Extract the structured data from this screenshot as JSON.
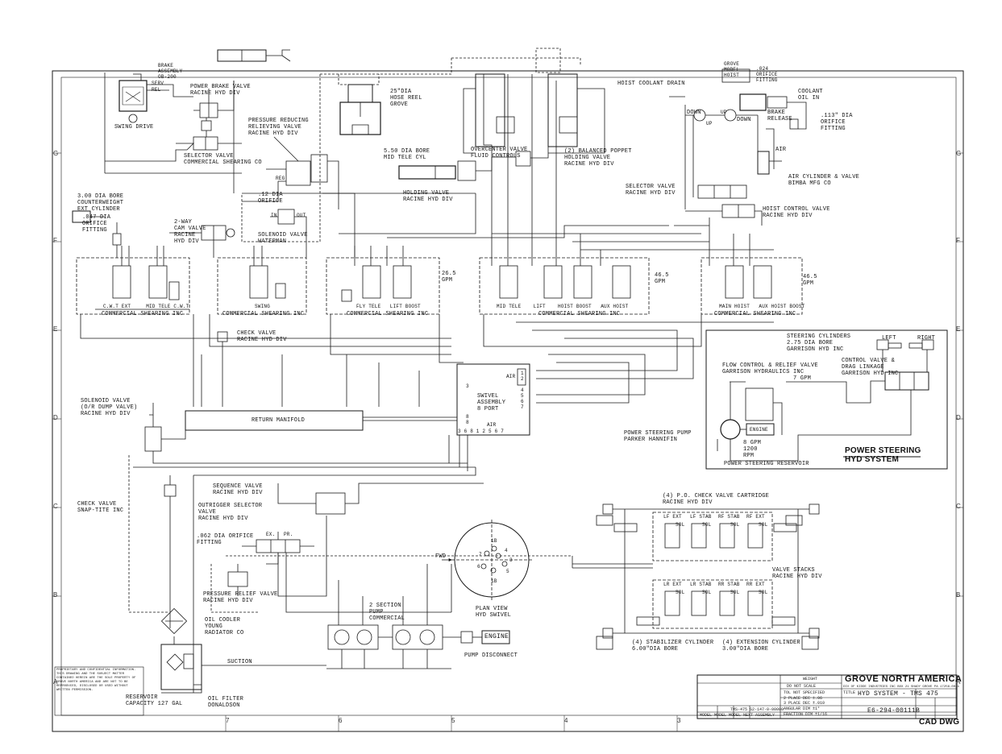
{
  "grid_rows": [
    "G",
    "F",
    "E",
    "D",
    "C",
    "B",
    "A"
  ],
  "grid_cols": [
    "7",
    "6",
    "5",
    "4",
    "3"
  ],
  "components": {
    "brake_assembly": "BRAKE\nASSEMBLY\nOB-200",
    "serv": "SERV",
    "rel": "REL",
    "swing_drive": "SWING DRIVE",
    "power_brake_valve": "POWER BRAKE VALVE\nRACINE HYD DIV",
    "selector_valve_cs": "SELECTOR VALVE\nCOMMERCIAL SHEARING CO",
    "pressure_reducing": "PRESSURE REDUCING\nRELIEVING VALVE\nRACINE HYD DIV",
    "hose_reel": "25\"DIA\nHOSE REEL\nGROVE",
    "orifice_12": ".12 DIA\nORIFICE",
    "reg": "REG",
    "counterweight": "3.00 DIA BORE\nCOUNTERWEIGHT\nEXT CYLINDER",
    "orifice_047": ".047 DIA\nORIFICE\nFITTING",
    "cam_valve": "2-WAY\nCAM VALVE\nRACINE\nHYD DIV",
    "solenoid_waterman": "SOLENOID VALVE\nWATERMAN",
    "in_label": "IN",
    "out_label": "OUT",
    "mid_tele_cyl": "5.50 DIA BORE\nMID TELE CYL",
    "holding_valve": "HOLDING VALVE\nRACINE HYD DIV",
    "overcenter": "OVERCENTER VALVE\nFLUID CONTROLS",
    "balanced_poppet": "(2) BALANCED POPPET\nHOLDING VALVE\nRACINE HYD DIV",
    "grove_hoist": "GROVE\nMODEL\nHOIST",
    "hoist_coolant_drain": "HOIST COOLANT DRAIN",
    "orifice_024": ".024\nORIFICE\nFITTING",
    "coolant_oil_in": "COOLANT\nOIL IN",
    "brake_release": "BRAKE\nRELEASE",
    "orifice_113": ".113\" DIA\nORIFICE\nFITTING",
    "down1": "DOWN",
    "up1": "UP",
    "up2": "UP",
    "down2": "DOWN",
    "air": "AIR",
    "air_cyl": "AIR CYLINDER & VALVE\nBIMBA MFG CO",
    "selector_racine": "SELECTOR VALVE\nRACINE HYD DIV",
    "hoist_control": "HOIST CONTROL VALVE\nRACINE HYD DIV",
    "bank1": "COMMERCIAL SHEARING INC",
    "bank1_sec": "C.W.T EXT     MID TELE C.W.T",
    "bank2": "COMMERCIAL SHEARING INC",
    "bank2_sec": "SWING",
    "bank3": "COMMERCIAL SHEARING INC",
    "bank3_sec": "FLY TELE   LIFT BOOST",
    "gpm_265": "26.5\nGPM",
    "bank4": "COMMERCIAL SHEARING INC",
    "bank4_sec": "MID TELE    LIFT    HOIST BOOST   AUX HOIST",
    "gpm_465a": "46.5\nGPM",
    "bank5": "COMMERCIAL SHEARING INC",
    "bank5_sec": "MAIN HOIST   AUX HOIST BOOST",
    "gpm_465b": "46.5\nGPM",
    "check_valve_racine": "CHECK VALVE\nRACINE HYD DIV",
    "solenoid_dump": "SOLENOID VALVE\n(O/R DUMP VALVE)\nRACINE HYD DIV",
    "return_manifold": "RETURN MANIFOLD",
    "swivel": "SWIVEL\nASSEMBLY\n8 PORT",
    "swivel_air": "AIR",
    "swivel_air2": "AIR",
    "swivel_ports_side": "1\n2\n\n4\n5\n6\n7",
    "swivel_ports_left": "8\n8",
    "swivel_port3": "3",
    "swivel_ports_bottom": "3 6 8 1 2 5 6 7",
    "steering_cyl": "STEERING CYLINDERS\n2.75 DIA BORE\nGARRISON HYD INC",
    "left": "LEFT",
    "right": "RIGHT",
    "control_valve": "CONTROL VALVE &\nDRAG LINKAGE\nGARRISON HYD INC",
    "flow_control": "FLOW CONTROL & RELIEF VALVE\nGARRISON HYDRAULICS INC",
    "gpm_7": "7 GPM",
    "ps_pump": "POWER STEERING PUMP\nPARKER HANNIFIN",
    "engine1": "ENGINE",
    "gpm_8": "8 GPM\n1200\nRPM",
    "ps_reservoir": "POWER STEERING RESERVOIR",
    "ps_title": "POWER STEERING\nHYD SYSTEM",
    "check_snap": "CHECK VALVE\nSNAP-TITE INC",
    "sequence_valve": "SEQUENCE VALVE\nRACINE HYD DIV",
    "outrigger_selector": "OUTRIGGER SELECTOR\nVALVE\nRACINE HYD DIV",
    "orifice_062": ".062 DIA ORIFICE\nFITTING",
    "ex": "EX.",
    "pr": "PR.",
    "pressure_relief": "PRESSURE RELIEF VALVE\nRACINE HYD DIV",
    "oil_cooler": "OIL COOLER\nYOUNG\nRADIATOR CO",
    "suction": "SUCTION",
    "reservoir": "RESERVOIR\nCAPACITY 127 GAL",
    "oil_filter": "OIL FILTER\nDONALDSON",
    "pump_2sec": "2 SECTION\nPUMP\nCOMMERCIAL",
    "pump_disconnect": "PUMP DISCONNECT",
    "engine2": "ENGINE",
    "fwd": "FWD",
    "plan_view": "PLAN VIEW\nHYD SWIVEL",
    "swivel_view_nums": [
      "1B",
      "7",
      "4",
      "3",
      "6",
      "5",
      "1B"
    ],
    "pd_check": "(4) P.O. CHECK VALVE CARTRIDGE\nRACINE HYD DIV",
    "valve_stacks": "VALVE STACKS\nRACINE HYD DIV",
    "top_stack": [
      "LF EXT",
      "LF STAB",
      "RF STAB",
      "RF EXT"
    ],
    "bot_stack": [
      "LR EXT",
      "LR STAB",
      "RR STAB",
      "RR EXT"
    ],
    "sol": "SOL",
    "stab_cyl": "(4) STABILIZER CYLINDER\n6.00\"DIA BORE",
    "ext_cyl": "(4) EXTENSION CYLINDER\n3.00\"DIA BORE"
  },
  "title_block": {
    "company": "GROVE NORTH AMERICA",
    "company_sub": "DIV OF KIDDE INDUSTRIES  INC  BOX 21  SHADY GROVE  PA  17256-0021",
    "do_not_scale": "DO NOT SCALE",
    "weight": "WEIGHT",
    "title_label": "TITLE",
    "title": "HYD SYSTEM - TMS 475",
    "tol": "TOL NOT SPECIFIED",
    "tol_rows": [
      "2 PLACE DEC   ±.06",
      "3 PLACE DEC   ±.010",
      "ANGULAR DIM   ±1°",
      "FRACTION DIM  ±1/16"
    ],
    "drawing_no": "E6-294-00111B",
    "model_row": "MODEL  MODEL  MODEL  NEXT ASSEMBLY",
    "next_assy": "TMS-475   S2-147-0-00000",
    "cad": "CAD DWG"
  },
  "notes": "PROPRIETARY AND CONFIDENTIAL INFORMATION. THIS DRAWING AND THE SUBJECT MATTER CONTAINED HEREIN ARE THE SOLE PROPERTY OF GROVE NORTH AMERICA AND ARE NOT TO BE REPRODUCED, DISCLOSED OR USED WITHOUT WRITTEN PERMISSION."
}
